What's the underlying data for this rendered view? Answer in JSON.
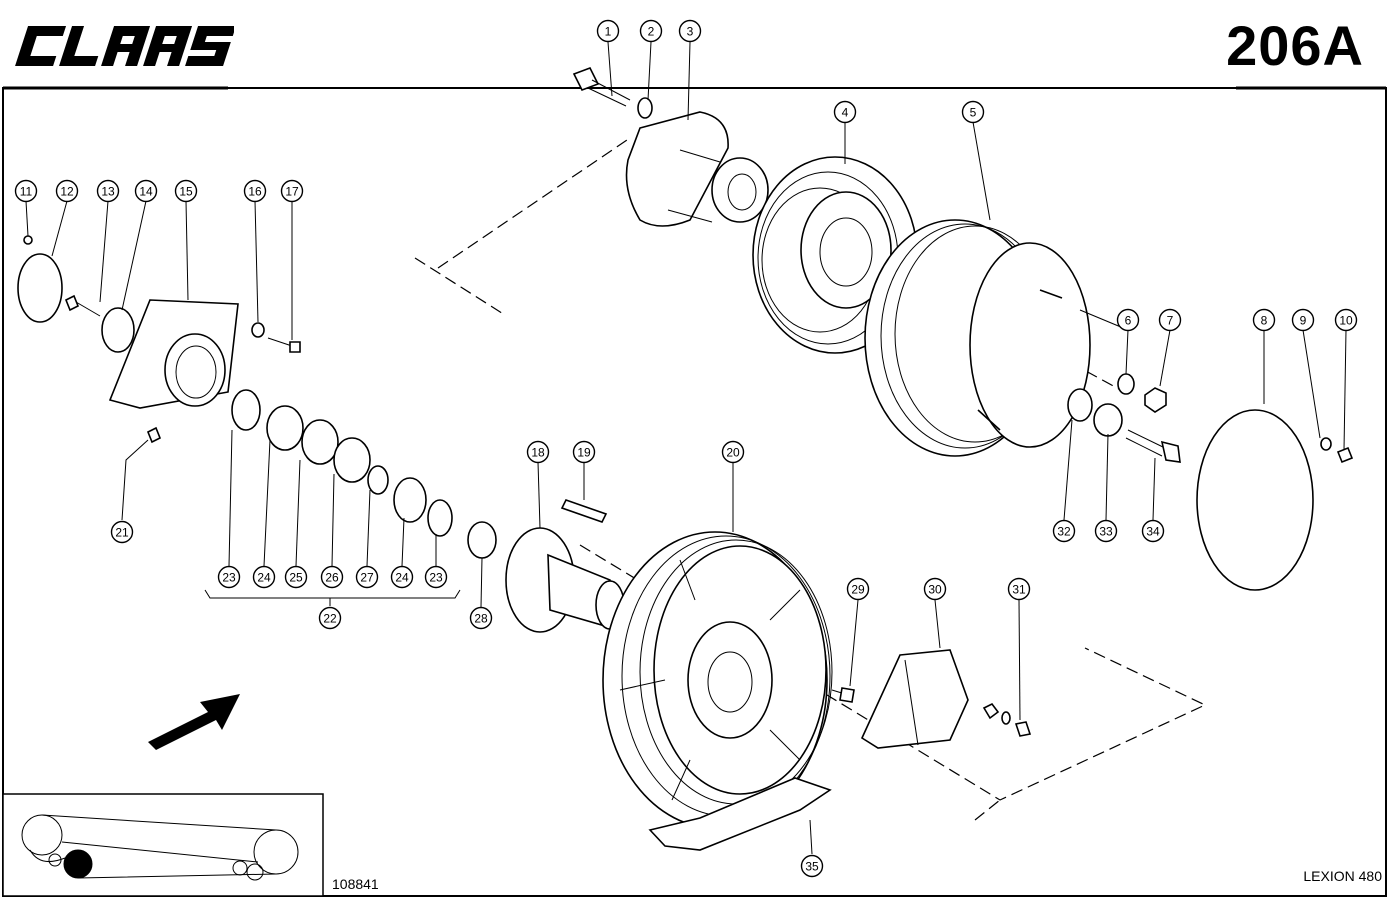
{
  "header": {
    "brand_logo": "CLAAS",
    "page_number": "206A"
  },
  "footer": {
    "drawing_number": "108841",
    "model_label": "LEXION 480"
  },
  "callouts": [
    {
      "id": "1",
      "label": "1"
    },
    {
      "id": "2",
      "label": "2"
    },
    {
      "id": "3",
      "label": "3"
    },
    {
      "id": "4",
      "label": "4"
    },
    {
      "id": "5",
      "label": "5"
    },
    {
      "id": "6",
      "label": "6"
    },
    {
      "id": "7",
      "label": "7"
    },
    {
      "id": "8",
      "label": "8"
    },
    {
      "id": "9",
      "label": "9"
    },
    {
      "id": "10",
      "label": "10"
    },
    {
      "id": "11",
      "label": "11"
    },
    {
      "id": "12",
      "label": "12"
    },
    {
      "id": "13",
      "label": "13"
    },
    {
      "id": "14",
      "label": "14"
    },
    {
      "id": "15",
      "label": "15"
    },
    {
      "id": "16",
      "label": "16"
    },
    {
      "id": "17",
      "label": "17"
    },
    {
      "id": "18",
      "label": "18"
    },
    {
      "id": "19",
      "label": "19"
    },
    {
      "id": "20",
      "label": "20"
    },
    {
      "id": "21",
      "label": "21"
    },
    {
      "id": "22",
      "label": "22"
    },
    {
      "id": "23a",
      "label": "23"
    },
    {
      "id": "24a",
      "label": "24"
    },
    {
      "id": "25",
      "label": "25"
    },
    {
      "id": "26",
      "label": "26"
    },
    {
      "id": "27",
      "label": "27"
    },
    {
      "id": "24b",
      "label": "24"
    },
    {
      "id": "23b",
      "label": "23"
    },
    {
      "id": "28",
      "label": "28"
    },
    {
      "id": "29",
      "label": "29"
    },
    {
      "id": "30",
      "label": "30"
    },
    {
      "id": "31",
      "label": "31"
    },
    {
      "id": "32",
      "label": "32"
    },
    {
      "id": "33",
      "label": "33"
    },
    {
      "id": "34",
      "label": "34"
    },
    {
      "id": "35",
      "label": "35"
    }
  ]
}
